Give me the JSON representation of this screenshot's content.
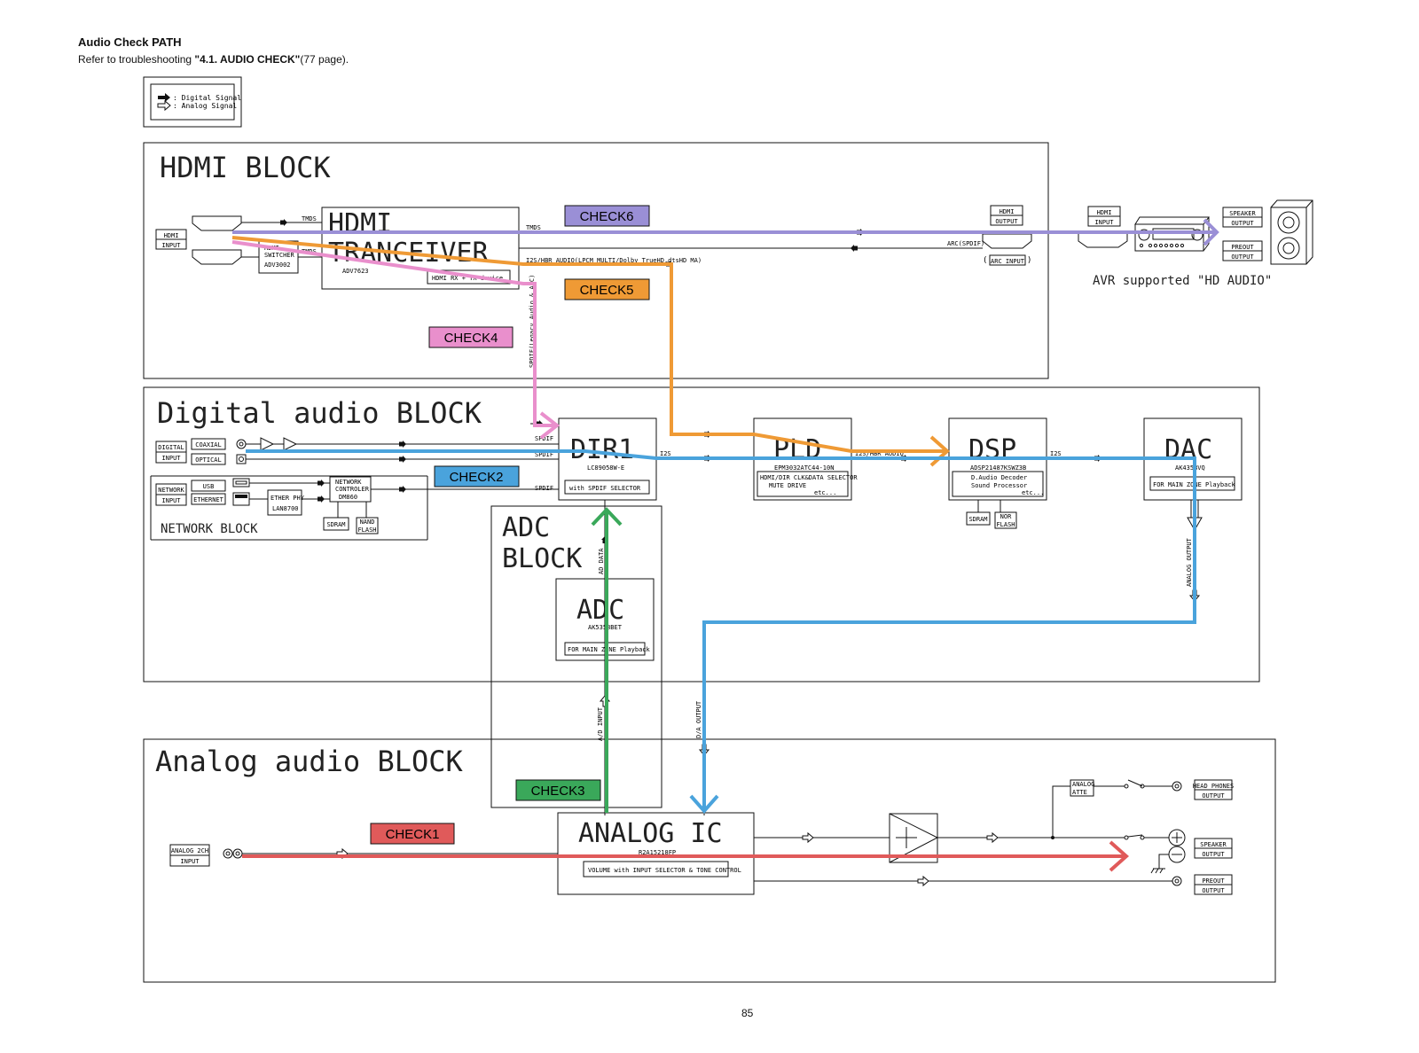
{
  "header": {
    "title": "Audio Check PATH",
    "subtitle_prefix": "Refer to troubleshooting ",
    "subtitle_bold": "\"4.1. AUDIO CHECK\"",
    "subtitle_suffix": "(77 page)."
  },
  "legend": {
    "digital": ": Digital Signal",
    "analog": ": Analog Signal"
  },
  "colors": {
    "check1": "#e05a5a",
    "check2": "#4aa3dc",
    "check3": "#3aa85a",
    "check4": "#e98fcc",
    "check5": "#ef9a35",
    "check6": "#9a8fd6"
  },
  "checks": {
    "check1": "CHECK1",
    "check2": "CHECK2",
    "check3": "CHECK3",
    "check4": "CHECK4",
    "check5": "CHECK5",
    "check6": "CHECK6"
  },
  "hdmi_block": {
    "title": "HDMI BLOCK",
    "input_label": [
      "HDMI",
      "INPUT"
    ],
    "switcher": [
      "HDMI",
      "SWITCHER",
      "ADV3002"
    ],
    "tmds": "TMDS",
    "transceiver_title_1": "HDMI",
    "transceiver_title_2": "TRANCEIVER",
    "transceiver_part": "ADV7623",
    "transceiver_note": "HDMI RX + TX device",
    "i2s_label": "I2S/HBR AUDIO(LPCM MULTI/Dolby TrueHD,dtsHD MA)",
    "arc_label": "ARC(SPDIF)",
    "arc_input": "ARC INPUT",
    "output_label": [
      "HDMI",
      "OUTPUT"
    ],
    "spdif_vertical": "SPDIF(Legacy Audio & ARC)"
  },
  "avr": {
    "input_label": [
      "HDMI",
      "INPUT"
    ],
    "speaker_label": [
      "SPEAKER",
      "OUTPUT"
    ],
    "preout_label": [
      "PREOUT",
      "OUTPUT"
    ],
    "caption": "AVR supported \"HD AUDIO\""
  },
  "digital_block": {
    "title": "Digital audio BLOCK",
    "digital_input": [
      "DIGITAL",
      "INPUT"
    ],
    "coaxial": "COAXIAL",
    "optical": "OPTICAL",
    "spdif": "SPDIF",
    "i2s": "I2S",
    "i2s_hbr": "I2S/HBR AUDIO",
    "network_block_title": "NETWORK BLOCK",
    "network_input": [
      "NETWORK",
      "INPUT"
    ],
    "usb": "USB",
    "ethernet": "ETHERNET",
    "ether_phy": [
      "ETHER PHY",
      "LAN8700"
    ],
    "net_controller": [
      "NETWORK",
      "CONTROLER",
      "DM860"
    ],
    "sdram": "SDRAM",
    "nand_flash": [
      "NAND",
      "FLASH"
    ],
    "dir1": {
      "title": "DIR1",
      "part": "LC89058W-E",
      "note": "with SPDIF SELECTOR"
    },
    "pld": {
      "title": "PLD",
      "part": "EPM3032ATC44-10N",
      "note1": "HDMI/DIR CLK&DATA SELECTOR",
      "note2": "MUTE DRIVE",
      "etc": "etc..."
    },
    "dsp": {
      "title": "DSP",
      "part": "ADSP21487KSWZ3B",
      "note1": "D.Audio Decoder",
      "note2": "Sound Processor",
      "etc": "etc...",
      "sdram": "SDRAM",
      "nor_flash": [
        "NOR",
        "FLASH"
      ]
    },
    "dac": {
      "title": "DAC",
      "part": "AK4358VQ",
      "note": "FOR MAIN ZONE Playback",
      "analog_output": "ANALOG OUTPUT"
    }
  },
  "adc_block": {
    "title_1": "ADC",
    "title_2": "BLOCK",
    "adc_title": "ADC",
    "adc_part": "AK5358BET",
    "adc_note": "FOR MAIN ZONE Playback",
    "ad_data": "AD DATA",
    "ad_input": "A/D INPUT",
    "da_output": "D/A OUTPUT"
  },
  "analog_block": {
    "title": "Analog audio BLOCK",
    "input_label": [
      "ANALOG 2CH",
      "INPUT"
    ],
    "ic_title": "ANALOG IC",
    "ic_part": "R2A15218FP",
    "ic_note": "VOLUME with INPUT SELECTOR & TONE CONTROL",
    "atte": [
      "ANALOG",
      "ATTE"
    ],
    "headphones": [
      "HEAD PHONES",
      "OUTPUT"
    ],
    "speaker": [
      "SPEAKER",
      "OUTPUT"
    ],
    "preout": [
      "PREOUT",
      "OUTPUT"
    ]
  },
  "page_number": "85"
}
